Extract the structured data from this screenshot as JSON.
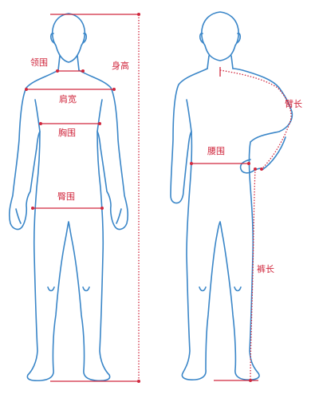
{
  "colors": {
    "outline": "#3a86c8",
    "measure": "#d0283e"
  },
  "labels": {
    "neck": "领围",
    "height": "身高",
    "shoulder": "肩宽",
    "chest": "胸围",
    "hip": "臀围",
    "arm": "臂长",
    "waist": "腰围",
    "pants": "裤长"
  }
}
